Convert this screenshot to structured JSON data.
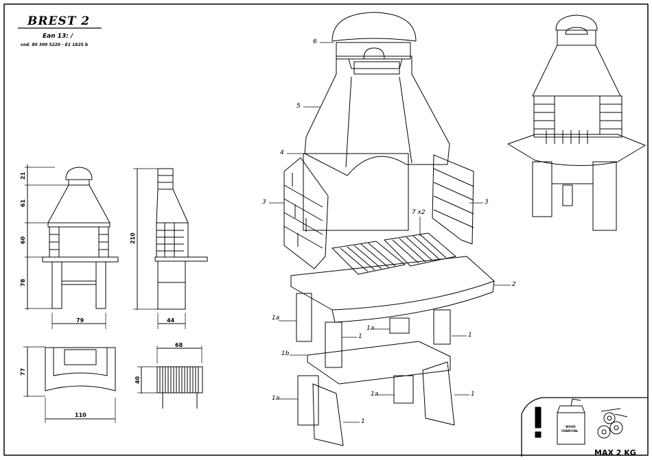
{
  "header": {
    "title": "BREST 2",
    "ean": "Ean 13: /",
    "code": "cod. 80 300 5220 - E1 1825 b"
  },
  "dimensions": {
    "front_heights": [
      "21",
      "61",
      "60",
      "78"
    ],
    "side_total": "210",
    "front_width": "79",
    "side_depth": "44",
    "top_depth": "77",
    "top_width": "110",
    "grill_width": "68",
    "grill_height": "40"
  },
  "parts": {
    "p6": "6",
    "p5": "5",
    "p4": "4",
    "p3_left": "3",
    "p3_right": "3",
    "p7": "7 x2",
    "p2": "2",
    "p1a_left": "1a",
    "p1_left": "1",
    "p1a_center": "1a",
    "p1_right": "1",
    "p1b": "1b",
    "p1a_bottom_left": "1a",
    "p1_bottom": "1",
    "p1a_bottom_center": "1a",
    "p1_bottom_right": "1"
  },
  "warning": {
    "charcoal_label_1": "WOOD",
    "charcoal_label_2": "CHARCOAL",
    "max_load": "MAX 2 KG"
  }
}
